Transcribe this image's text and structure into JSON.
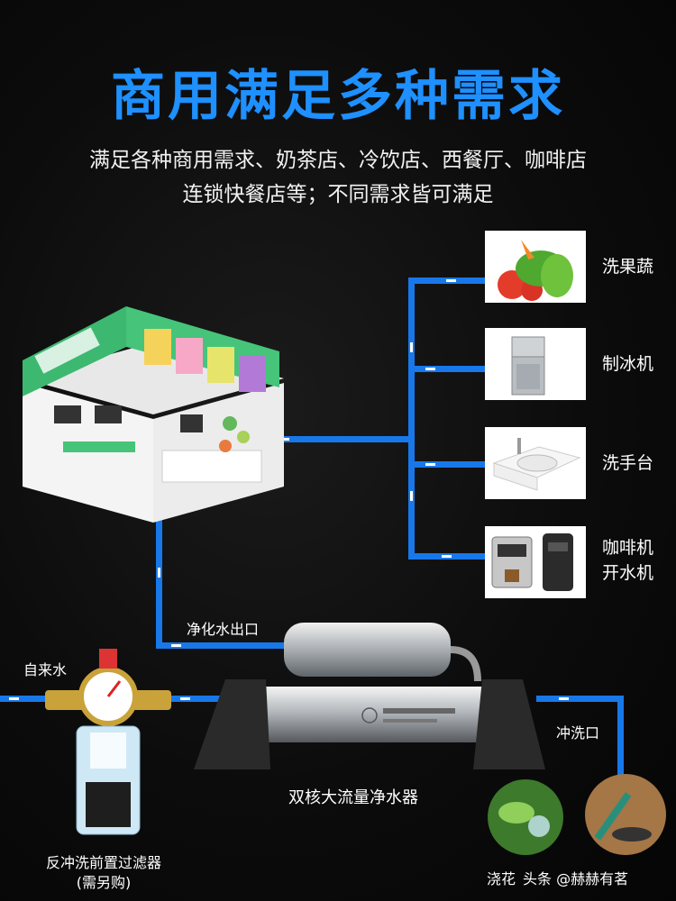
{
  "title": "商用满足多种需求",
  "subtitle_line1": "满足各种商用需求、奶茶店、冷饮店、西餐厅、咖啡店",
  "subtitle_line2": "连锁快餐店等；不同需求皆可满足",
  "outputs": [
    {
      "label": "洗果蔬",
      "icon": "vegetables-icon"
    },
    {
      "label": "制冰机",
      "icon": "ice-machine-icon"
    },
    {
      "label": "洗手台",
      "icon": "wash-basin-icon"
    },
    {
      "label_line1": "咖啡机",
      "label_line2": "开水机",
      "icon": "coffee-machine-icon"
    }
  ],
  "labels": {
    "purified_outlet": "净化水出口",
    "tap_water": "自来水",
    "flush_outlet": "冲洗口",
    "purifier_name": "双核大流量净水器",
    "prefilter_line1": "反冲洗前置过滤器",
    "prefilter_line2": "(需另购)",
    "watermark": "头条 @赫赫有茗",
    "corner_text": "浇花"
  },
  "colors": {
    "pipe": "#1878ea",
    "title": "#1e90ff",
    "background": "#0c0c0c"
  }
}
